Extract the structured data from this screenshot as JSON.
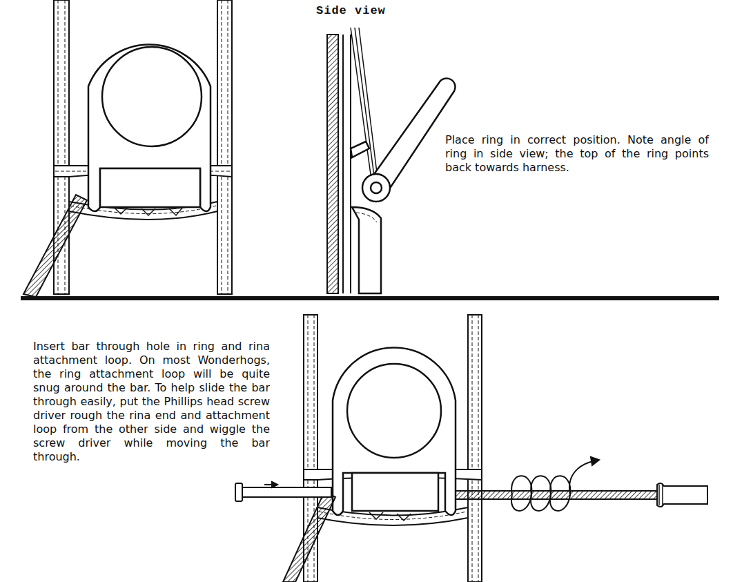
{
  "diagram": {
    "labels": [
      "Side view",
      "Place ring in correct position. Note angle of ring in side view; the top of the ring points back towards harness.",
      "Insert bar through hole in ring and rina attachment loop. On most Wonderhogs, the ring attachment loop will be quite snug around the bar. To help slide the bar through easily, put the Phillips head screw driver rough the rina end and attachment loop from the other side and wiggle the screw driver while moving the bar through."
    ]
  }
}
